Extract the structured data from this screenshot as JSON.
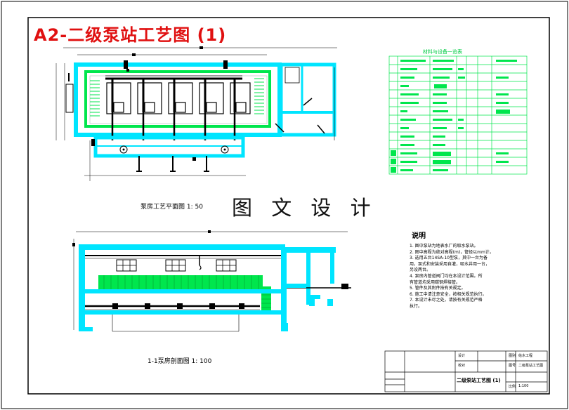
{
  "sheet_title": "A2-二级泵站工艺图 (1)",
  "watermark": "图 文 设 计",
  "plan_caption": "泵房工艺平面图 1: 50",
  "section_caption": "1-1泵房剖面图 1: 100",
  "equipment_table_title": "材料与设备一览表",
  "notes_title": "说明",
  "notes": [
    "1. 图中泵站为地表水厂的取水泵站。",
    "2. 图中高程为绝对高程(m)，管径以mm计。",
    "3. 选用五台14SA-10型泵，其中一台为备",
    "用，泵式和安装采用自灌，吸水井用一台，",
    "另设两台。",
    "4. 泵房内管道阀门均在本设计范围。所",
    "有管道均采用碳钢焊接管。",
    "5. 管件及其附件按有关规定。",
    "6. 施工中请注意安全，按相关规范执行。",
    "7. 本设计未尽之处，请按有关规范严格",
    "执行。"
  ],
  "title_block": {
    "drawing_name": "二级泵站工艺图 (1)",
    "row1": [
      "设计",
      "",
      "图别",
      "给水工程"
    ],
    "row2": [
      "校对",
      "",
      "图号",
      "二级泵站工艺图"
    ],
    "row3": [
      "",
      "",
      "比例",
      "1:100"
    ]
  },
  "colors": {
    "wall": "#00e5ff",
    "equipment": "#00e64d",
    "line": "#000000",
    "title_red": "#e01010"
  }
}
